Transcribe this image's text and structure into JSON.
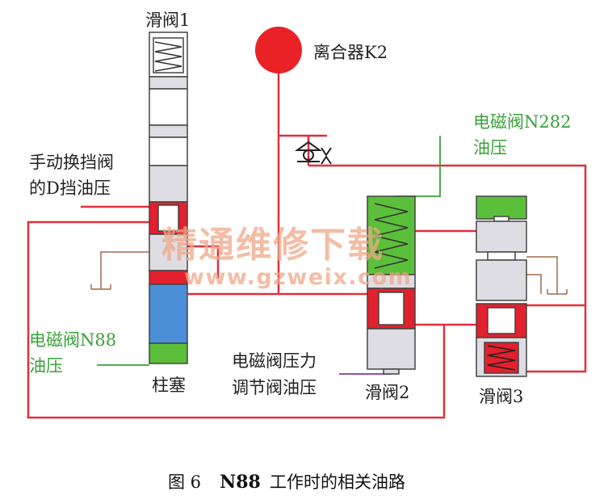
{
  "labels": {
    "valve1": "滑阀1",
    "clutch": "离合器K2",
    "manual_line1": "手动换挡阀",
    "manual_line2": "的D挡油压",
    "n282_line1": "电磁阀N282",
    "n282_line2": "油压",
    "n88_line1": "电磁阀N88",
    "n88_line2": "油压",
    "plunger": "柱塞",
    "pressure_line1": "电磁阀压力",
    "pressure_line2": "调节阀油压",
    "valve2": "滑阀2",
    "valve3": "滑阀3"
  },
  "watermark": {
    "cn": "精通维修下载",
    "url": "www.gzweix.com"
  },
  "caption": {
    "prefix": "图 6",
    "code": "N88",
    "text": "工作时的相关油路"
  },
  "colors": {
    "oil_line": "#e0303c",
    "spool_gray": "#dedde3",
    "spool_red": "#e3202d",
    "spool_green": "#5bbf3a",
    "plunger_blue": "#4b8fd8",
    "clutch_red": "#ea2227",
    "label_green": "#3aa13a",
    "watermark": "#f0a888"
  }
}
